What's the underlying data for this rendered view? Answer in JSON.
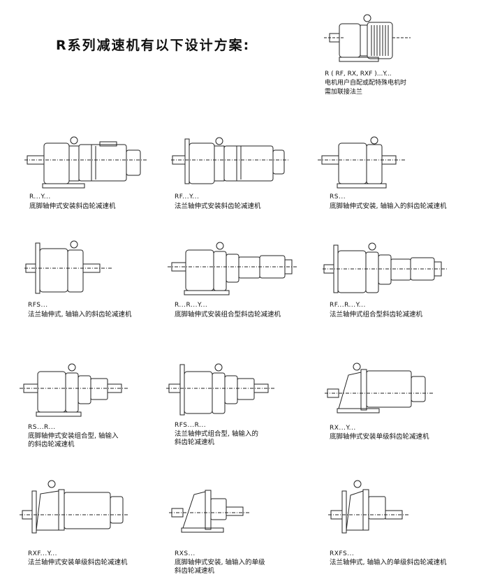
{
  "header": {
    "title": "R系列减速机有以下设计方案:"
  },
  "top_note": {
    "code": "R ( RF, RX, RXF )...Y...",
    "line1": "电机用户自配或配特殊电机时",
    "line2": "需加联接法兰"
  },
  "variants": [
    {
      "code": "R...Y...",
      "desc1": "底脚轴伸式安装斜齿轮减速机",
      "desc2": ""
    },
    {
      "code": "RF...Y...",
      "desc1": "法兰轴伸式安装斜齿轮减速机",
      "desc2": ""
    },
    {
      "code": "RS...",
      "desc1": "底脚轴伸式安装, 轴输入的斜齿轮减速机",
      "desc2": ""
    },
    {
      "code": "RFS...",
      "desc1": "法兰轴伸式, 轴输入的斜齿轮减速机",
      "desc2": ""
    },
    {
      "code": "R...R...Y...",
      "desc1": "底脚轴伸式安装组合型斜齿轮减速机",
      "desc2": ""
    },
    {
      "code": "RF...R...Y...",
      "desc1": "法兰轴伸式组合型斜齿轮减速机",
      "desc2": ""
    },
    {
      "code": "RS...R...",
      "desc1": "底脚轴伸式安装组合型, 轴输入",
      "desc2": "的斜齿轮减速机"
    },
    {
      "code": "RFS...R...",
      "desc1": "法兰轴伸式组合型, 轴输入的",
      "desc2": "斜齿轮减速机"
    },
    {
      "code": "RX...Y...",
      "desc1": "底脚轴伸式安装单级斜齿轮减速机",
      "desc2": ""
    },
    {
      "code": "RXF...Y...",
      "desc1": "法兰轴伸式安装单级斜齿轮减速机",
      "desc2": ""
    },
    {
      "code": "RXS...",
      "desc1": "底脚轴伸式安装, 轴输入的单级",
      "desc2": "斜齿轮减速机"
    },
    {
      "code": "RXFS...",
      "desc1": "法兰轴伸式, 轴输入的单级斜齿轮减速机",
      "desc2": ""
    }
  ]
}
